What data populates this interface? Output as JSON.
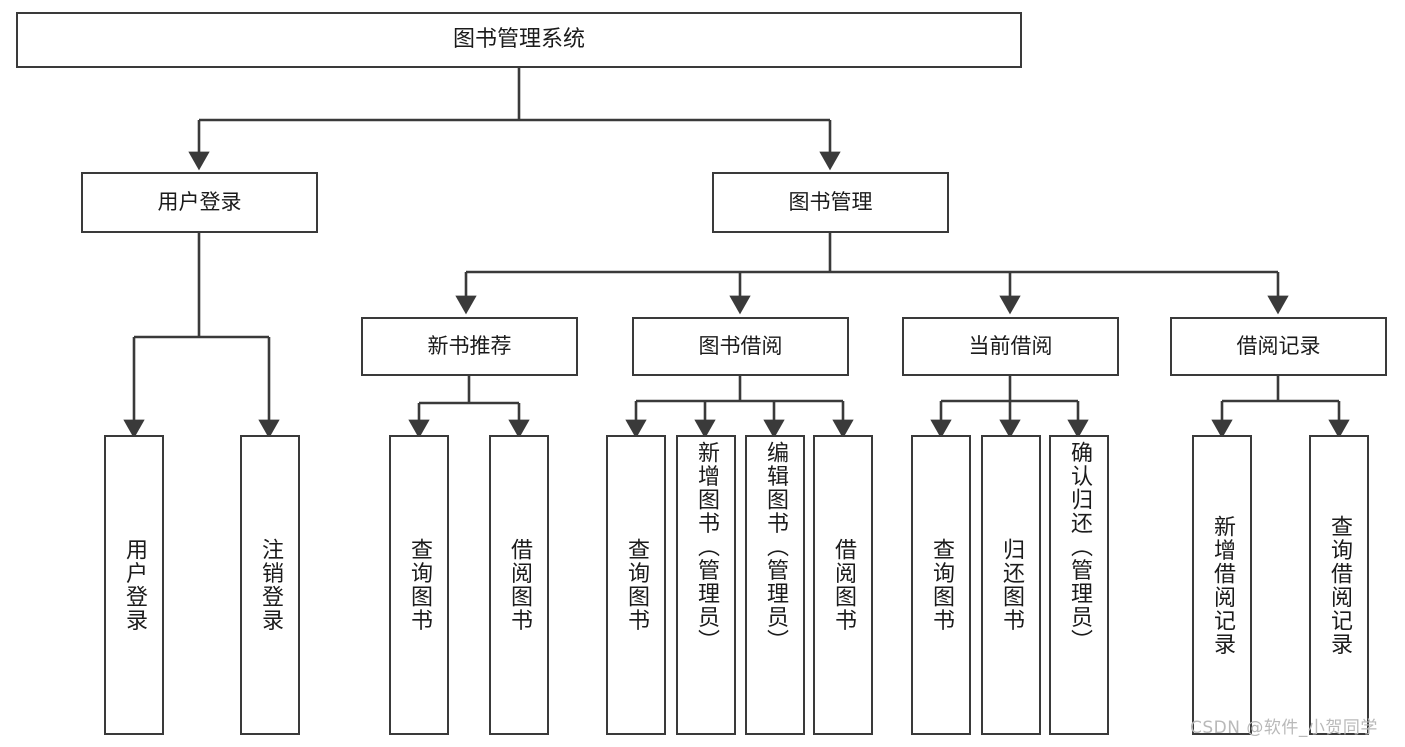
{
  "diagram": {
    "title": "图书管理系统",
    "type": "hierarchy-tree",
    "watermark": "CSDN @软件_小贺同学",
    "colors": {
      "stroke": "#3a3a3a",
      "fill": "#ffffff",
      "text": "#1b1b1b",
      "watermark": "#b9b9b9"
    },
    "nodes": {
      "root": {
        "label": "图书管理系统"
      },
      "level1": [
        {
          "id": "user-login",
          "label": "用户登录"
        },
        {
          "id": "book-manage",
          "label": "图书管理"
        }
      ],
      "level2": [
        {
          "id": "new-book-recommend",
          "label": "新书推荐"
        },
        {
          "id": "book-borrow",
          "label": "图书借阅"
        },
        {
          "id": "current-borrow",
          "label": "当前借阅"
        },
        {
          "id": "borrow-record",
          "label": "借阅记录"
        }
      ],
      "leaves_user_login": [
        {
          "id": "leaf-user-login",
          "label": "用户登录"
        },
        {
          "id": "leaf-logout",
          "label": "注销登录"
        }
      ],
      "leaves_new_book_recommend": [
        {
          "id": "leaf-query-book-1",
          "label": "查询图书"
        },
        {
          "id": "leaf-borrow-book-1",
          "label": "借阅图书"
        }
      ],
      "leaves_book_borrow": [
        {
          "id": "leaf-query-book-2",
          "label": "查询图书"
        },
        {
          "id": "leaf-add-book",
          "label": "新增图书（管理员）"
        },
        {
          "id": "leaf-edit-book",
          "label": "编辑图书（管理员）"
        },
        {
          "id": "leaf-borrow-book-2",
          "label": "借阅图书"
        }
      ],
      "leaves_current_borrow": [
        {
          "id": "leaf-query-book-3",
          "label": "查询图书"
        },
        {
          "id": "leaf-return-book",
          "label": "归还图书"
        },
        {
          "id": "leaf-confirm-return",
          "label": "确认归还（管理员）"
        }
      ],
      "leaves_borrow_record": [
        {
          "id": "leaf-add-record",
          "label": "新增借阅记录"
        },
        {
          "id": "leaf-query-record",
          "label": "查询借阅记录"
        }
      ]
    }
  }
}
